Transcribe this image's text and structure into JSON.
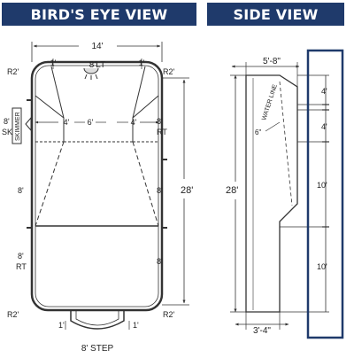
{
  "titles": {
    "birds_eye": "BIRD'S EYE VIEW",
    "side": "SIDE VIEW"
  },
  "birds_eye": {
    "overall_width": "14'",
    "overall_length": "28'",
    "light": "8'LT",
    "step_inset_left": "1'",
    "step_inset_right": "1'",
    "bottom_inset_left": "1'",
    "bottom_inset_right": "1'",
    "corner_top_left": "R2'",
    "corner_top_right": "R2'",
    "corner_bottom_left": "R2'",
    "corner_bottom_right": "R2'",
    "skimmer_label": "SKIMMER",
    "sk_label_line1": "8'",
    "sk_label_line2": "SK",
    "right_upper_line1": "8'",
    "right_upper_line2": "RT",
    "left_middle": "8'",
    "right_middle": "8'",
    "left_lower_line1": "8'",
    "left_lower_line2": "RT",
    "right_lower": "8'",
    "inner_left": "4'",
    "inner_center": "6'",
    "inner_right": "4'",
    "step": "8' STEP"
  },
  "side_view": {
    "top_width": "5'-8\"",
    "bottom_width": "3'-4\"",
    "length": "28'",
    "water_line_mark": "6\"",
    "water_line": "WATER LINE",
    "depth_1": "4'",
    "depth_2": "4'",
    "depth_3": "10'",
    "depth_4": "10'"
  },
  "colors": {
    "banner": "#1f3a6b",
    "line": "#333333",
    "highlight_box": "#1f3a6b"
  }
}
